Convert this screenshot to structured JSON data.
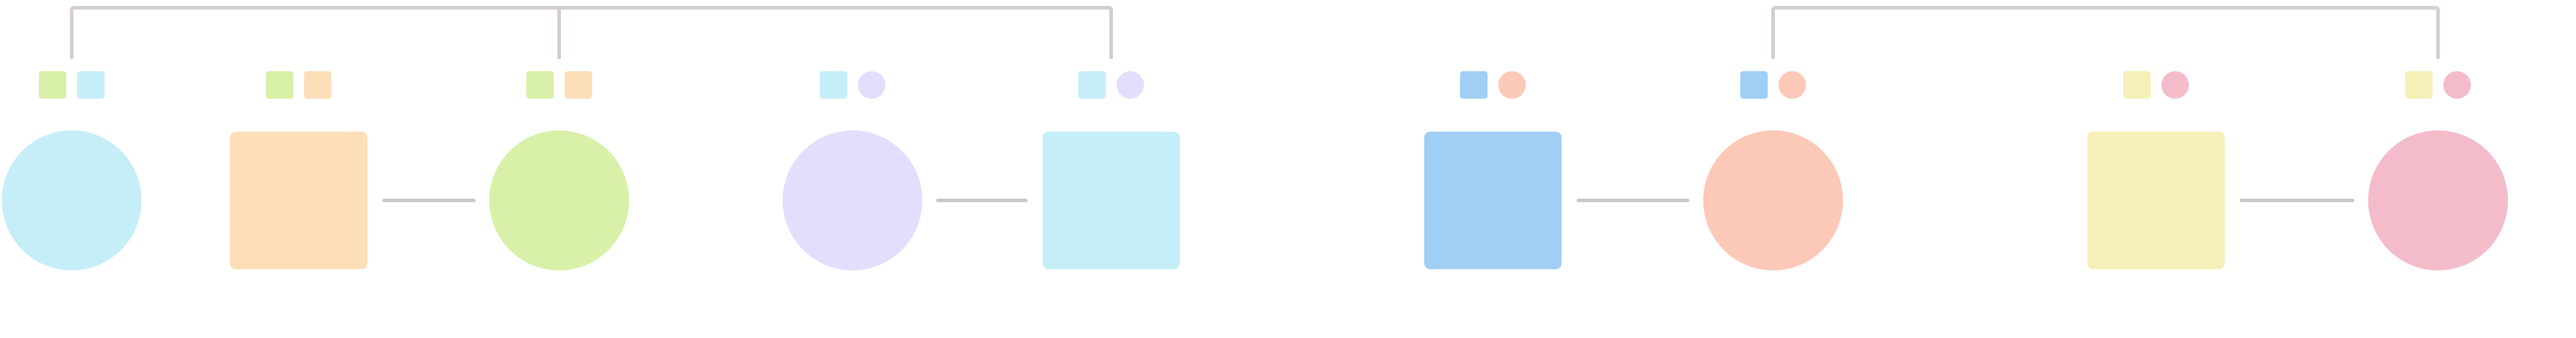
{
  "colors": {
    "cyan": "#c6eef8",
    "orange": "#fcdeb8",
    "green": "#d8f0a8",
    "lavender": "#e4defc",
    "blue": "#a0cef4",
    "salmon": "#fcc8b8",
    "yellow": "#f6f0b8",
    "pink": "#f4bccb",
    "connector": "#c8c8c8",
    "bracket": "#d4ccd0"
  },
  "brackets": [
    {
      "name": "bracket-group-left",
      "from": 0,
      "to": 4,
      "mid": 2
    },
    {
      "name": "bracket-group-right",
      "from": 6,
      "to": 8,
      "mid": null
    }
  ],
  "nodes": [
    {
      "shape": "circle",
      "color": "cyan",
      "badges": [
        {
          "shape": "square",
          "color": "green"
        },
        {
          "shape": "square",
          "color": "cyan"
        }
      ]
    },
    {
      "shape": "square",
      "color": "orange",
      "badges": [
        {
          "shape": "square",
          "color": "green"
        },
        {
          "shape": "square",
          "color": "orange"
        }
      ]
    },
    {
      "shape": "circle",
      "color": "green",
      "badges": [
        {
          "shape": "square",
          "color": "green"
        },
        {
          "shape": "square",
          "color": "orange"
        }
      ]
    },
    {
      "shape": "circle",
      "color": "lavender",
      "badges": [
        {
          "shape": "square",
          "color": "cyan"
        },
        {
          "shape": "circle",
          "color": "lavender"
        }
      ]
    },
    {
      "shape": "square",
      "color": "cyan",
      "badges": [
        {
          "shape": "square",
          "color": "cyan"
        },
        {
          "shape": "circle",
          "color": "lavender"
        }
      ]
    },
    {
      "shape": "square",
      "color": "blue",
      "badges": [
        {
          "shape": "square",
          "color": "blue"
        },
        {
          "shape": "circle",
          "color": "salmon"
        }
      ]
    },
    {
      "shape": "circle",
      "color": "salmon",
      "badges": [
        {
          "shape": "square",
          "color": "blue"
        },
        {
          "shape": "circle",
          "color": "salmon"
        }
      ]
    },
    {
      "shape": "square",
      "color": "yellow",
      "badges": [
        {
          "shape": "square",
          "color": "yellow"
        },
        {
          "shape": "circle",
          "color": "pink"
        }
      ]
    },
    {
      "shape": "circle",
      "color": "pink",
      "badges": [
        {
          "shape": "square",
          "color": "yellow"
        },
        {
          "shape": "circle",
          "color": "pink"
        }
      ]
    }
  ],
  "connectors": [
    {
      "from": 1,
      "to": 2
    },
    {
      "from": 3,
      "to": 4
    },
    {
      "from": 5,
      "to": 6
    },
    {
      "from": 7,
      "to": 8
    }
  ]
}
